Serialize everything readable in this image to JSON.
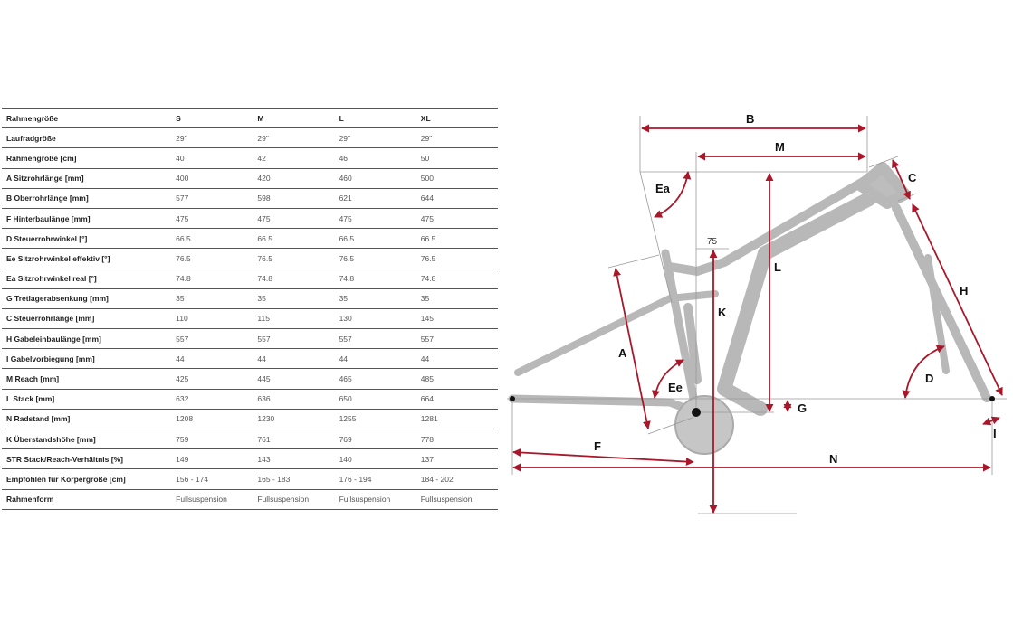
{
  "table": {
    "header": {
      "label": "Rahmengröße",
      "values": [
        "S",
        "M",
        "L",
        "XL"
      ]
    },
    "rows": [
      {
        "label": "Laufradgröße",
        "values": [
          "29\"",
          "29\"",
          "29\"",
          "29\""
        ]
      },
      {
        "label": "Rahmengröße [cm]",
        "values": [
          "40",
          "42",
          "46",
          "50"
        ]
      },
      {
        "label": "A Sitzrohrlänge [mm]",
        "values": [
          "400",
          "420",
          "460",
          "500"
        ]
      },
      {
        "label": "B Oberrohrlänge [mm]",
        "values": [
          "577",
          "598",
          "621",
          "644"
        ]
      },
      {
        "label": "F Hinterbaulänge [mm]",
        "values": [
          "475",
          "475",
          "475",
          "475"
        ]
      },
      {
        "label": "D Steuerrohrwinkel [°]",
        "values": [
          "66.5",
          "66.5",
          "66.5",
          "66.5"
        ]
      },
      {
        "label": "Ee Sitzrohrwinkel effektiv [°]",
        "values": [
          "76.5",
          "76.5",
          "76.5",
          "76.5"
        ]
      },
      {
        "label": "Ea Sitzrohrwinkel real [°]",
        "values": [
          "74.8",
          "74.8",
          "74.8",
          "74.8"
        ]
      },
      {
        "label": "G Tretlagerabsenkung [mm]",
        "values": [
          "35",
          "35",
          "35",
          "35"
        ]
      },
      {
        "label": "C Steuerrohrlänge [mm]",
        "values": [
          "110",
          "115",
          "130",
          "145"
        ]
      },
      {
        "label": "H Gabeleinbaulänge [mm]",
        "values": [
          "557",
          "557",
          "557",
          "557"
        ]
      },
      {
        "label": "I Gabelvorbiegung [mm]",
        "values": [
          "44",
          "44",
          "44",
          "44"
        ]
      },
      {
        "label": "M Reach [mm]",
        "values": [
          "425",
          "445",
          "465",
          "485"
        ]
      },
      {
        "label": "L Stack [mm]",
        "values": [
          "632",
          "636",
          "650",
          "664"
        ]
      },
      {
        "label": "N Radstand [mm]",
        "values": [
          "1208",
          "1230",
          "1255",
          "1281"
        ]
      },
      {
        "label": "K Überstandshöhe [mm]",
        "values": [
          "759",
          "761",
          "769",
          "778"
        ]
      },
      {
        "label": "STR Stack/Reach-Verhältnis [%]",
        "values": [
          "149",
          "143",
          "140",
          "137"
        ]
      },
      {
        "label": "Empfohlen für Körpergröße [cm]",
        "values": [
          "156 - 174",
          "165 - 183",
          "176 - 194",
          "184 - 202"
        ]
      },
      {
        "label": "Rahmenform",
        "values": [
          "Fullsuspension",
          "Fullsuspension",
          "Fullsuspension",
          "Fullsuspension"
        ]
      }
    ]
  },
  "diagram": {
    "labels": {
      "A": "A",
      "B": "B",
      "C": "C",
      "D": "D",
      "Ea": "Ea",
      "Ee": "Ee",
      "F": "F",
      "G": "G",
      "H": "H",
      "I": "I",
      "K": "K",
      "L": "L",
      "M": "M",
      "N": "N",
      "offset": "75"
    },
    "colors": {
      "dimension": "#a8182a",
      "frame": "#b5b5b5"
    }
  }
}
